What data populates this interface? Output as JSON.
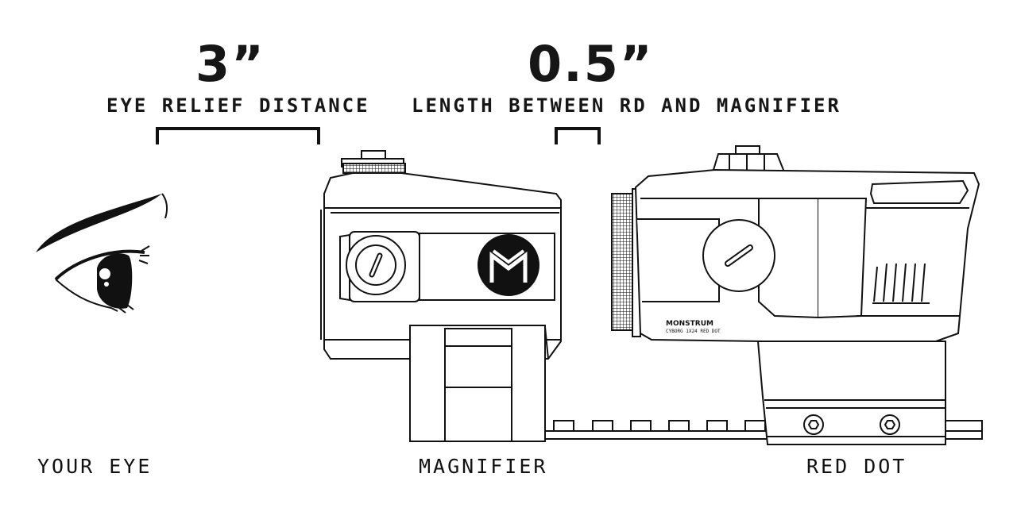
{
  "measurements": {
    "eye_relief": {
      "value": "3”",
      "label": "EYE RELIEF DISTANCE"
    },
    "rd_gap": {
      "value": "0.5”",
      "label": "LENGTH BETWEEN RD AND MAGNIFIER"
    }
  },
  "labels": {
    "eye": "YOUR EYE",
    "magnifier": "MAGNIFIER",
    "red_dot": "RED DOT"
  },
  "red_dot_markings": {
    "brand": "MONSTRUM",
    "model": "CYBORG 1X24 RED DOT"
  },
  "colors": {
    "line": "#111111",
    "background": "#ffffff"
  },
  "icons": [
    "eye-illustration",
    "magnifier-illustration",
    "red-dot-illustration",
    "monstrum-logo-icon"
  ]
}
